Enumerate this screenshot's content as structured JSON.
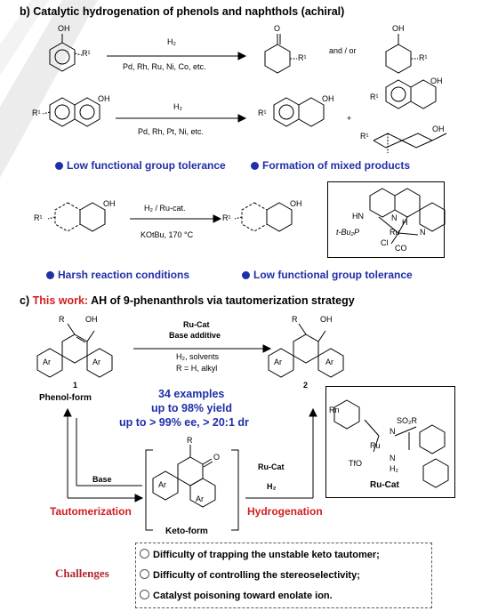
{
  "section_b": {
    "title": "b) Catalytic hydrogenation of phenols and naphthols (achiral)",
    "row1": {
      "reagent_top": "H₂",
      "reagent_bottom": "Pd, Rh, Ru, Ni, Co, etc.",
      "connector": "and / or",
      "sub_oh": "OH",
      "sub_r": "R¹",
      "ketone_o": "O",
      "ketone_r": "R¹",
      "alcohol_oh": "OH",
      "alcohol_r": "R¹"
    },
    "row2": {
      "reagent_top": "H₂",
      "reagent_bottom": "Pd, Rh, Pt, Ni, etc.",
      "plus": "+",
      "sub_oh": "OH",
      "sub_r": "R¹",
      "prod_oh": "OH",
      "prod_r": "R¹",
      "prod2_oh": "OH",
      "prod2_r": "R¹",
      "prod3_oh": "OH",
      "prod3_r": "R¹"
    },
    "bullets1": [
      "Low functional group tolerance",
      "Formation of mixed products"
    ],
    "row3": {
      "reagent_top": "H₂ / Ru-cat.",
      "reagent_bottom": "KOtBu, 170 °C",
      "sub_oh": "OH",
      "sub_r": "R¹",
      "prod_oh": "OH",
      "prod_r": "R¹",
      "cat_hn": "HN",
      "cat_n": "N",
      "cat_h": "H",
      "cat_p": "t-Bu₂P",
      "cat_ru": "Ru",
      "cat_n2": "N",
      "cat_cl": "Cl",
      "cat_co": "CO"
    },
    "bullets2": [
      "Harsh reaction conditions",
      "Low functional group tolerance"
    ]
  },
  "section_c": {
    "title_prefix": "c) ",
    "title_highlight": "This work:",
    "title_rest": " AH of 9-phenanthrols via tautomerization strategy",
    "phenol": {
      "r": "R",
      "oh": "OH",
      "ar1": "Ar",
      "ar2": "Ar",
      "number": "1",
      "label": "Phenol-form"
    },
    "arrow_top": [
      "Ru-Cat",
      "Base additive"
    ],
    "arrow_bottom": [
      "H₂, solvents",
      "R = H, alkyl"
    ],
    "product": {
      "r": "R",
      "oh": "OH",
      "ar1": "Ar",
      "ar2": "Ar",
      "number": "2"
    },
    "results": [
      "34 examples",
      "up to 98% yield",
      "up to  > 99% ee, > 20:1 dr"
    ],
    "base_label": "Base",
    "tautomerization": "Tautomerization",
    "keto": {
      "r": "R",
      "o": "O",
      "ar1": "Ar",
      "ar2": "Ar",
      "label": "Keto-form"
    },
    "ru_cat_label": "Ru-Cat",
    "h2_label": "H₂",
    "hydrogenation": "Hydrogenation",
    "catalyst": {
      "rn": "Rn",
      "so2r": "SO₂R",
      "n": "N",
      "ru": "Ru",
      "tfo": "TfO",
      "nh": "N",
      "h2": "H₂",
      "label": "Ru-Cat"
    },
    "challenges_label": "Challenges",
    "challenges": [
      "Difficulty of trapping the unstable keto tautomer;",
      "Difficulty of controlling the stereoselectivity;",
      "Catalyst poisoning toward enolate ion."
    ]
  },
  "colors": {
    "blue": "#1f2fa8",
    "red": "#d11f1f",
    "accent_shadow": "#d8d8d8"
  }
}
